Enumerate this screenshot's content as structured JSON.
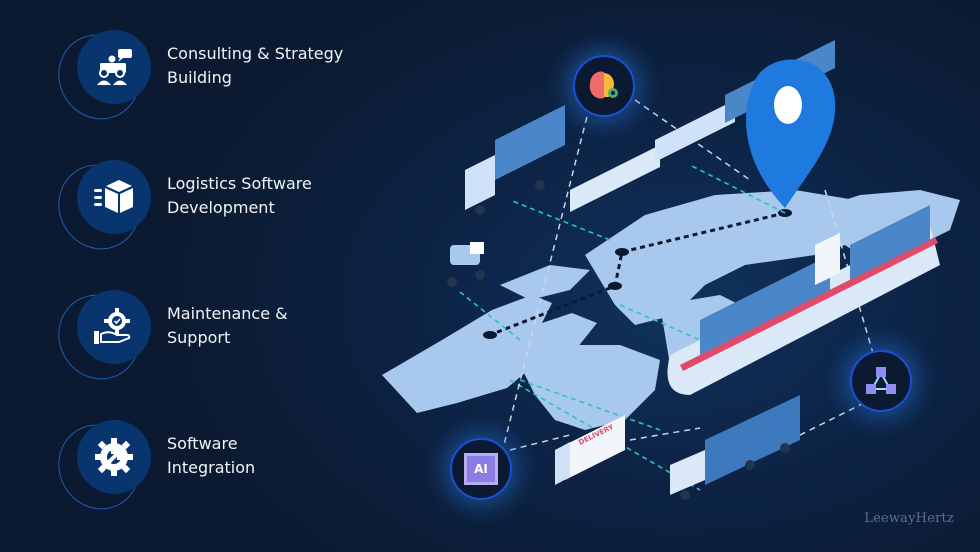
{
  "services": [
    {
      "label": "Consulting & Strategy\nBuilding",
      "icon": "consulting-meeting-icon"
    },
    {
      "label": "Logistics Software\nDevelopment",
      "icon": "package-box-icon"
    },
    {
      "label": "Maintenance &\nSupport",
      "icon": "hand-gear-icon"
    },
    {
      "label": "Software\nIntegration",
      "icon": "gear-arrow-icon"
    }
  ],
  "illustration": {
    "badges": [
      {
        "name": "brain-bulb-badge",
        "icon": "brain-lightbulb-icon"
      },
      {
        "name": "ai-chip-badge",
        "icon": "ai-chip-icon",
        "text": "AI"
      },
      {
        "name": "blockchain-badge",
        "icon": "network-cubes-icon"
      }
    ],
    "vehicles": [
      "truck",
      "train",
      "scooter",
      "cargo-ship",
      "delivery-van",
      "semi-truck"
    ],
    "van_text": "DELIVERY",
    "colors": {
      "map": "#a9c8ee",
      "accent": "#1b4fd8",
      "pin": "#1f7ae0",
      "route_teal": "#2ec4b6",
      "route_dark": "#0b1a30"
    }
  },
  "watermark": "LeewayHertz"
}
